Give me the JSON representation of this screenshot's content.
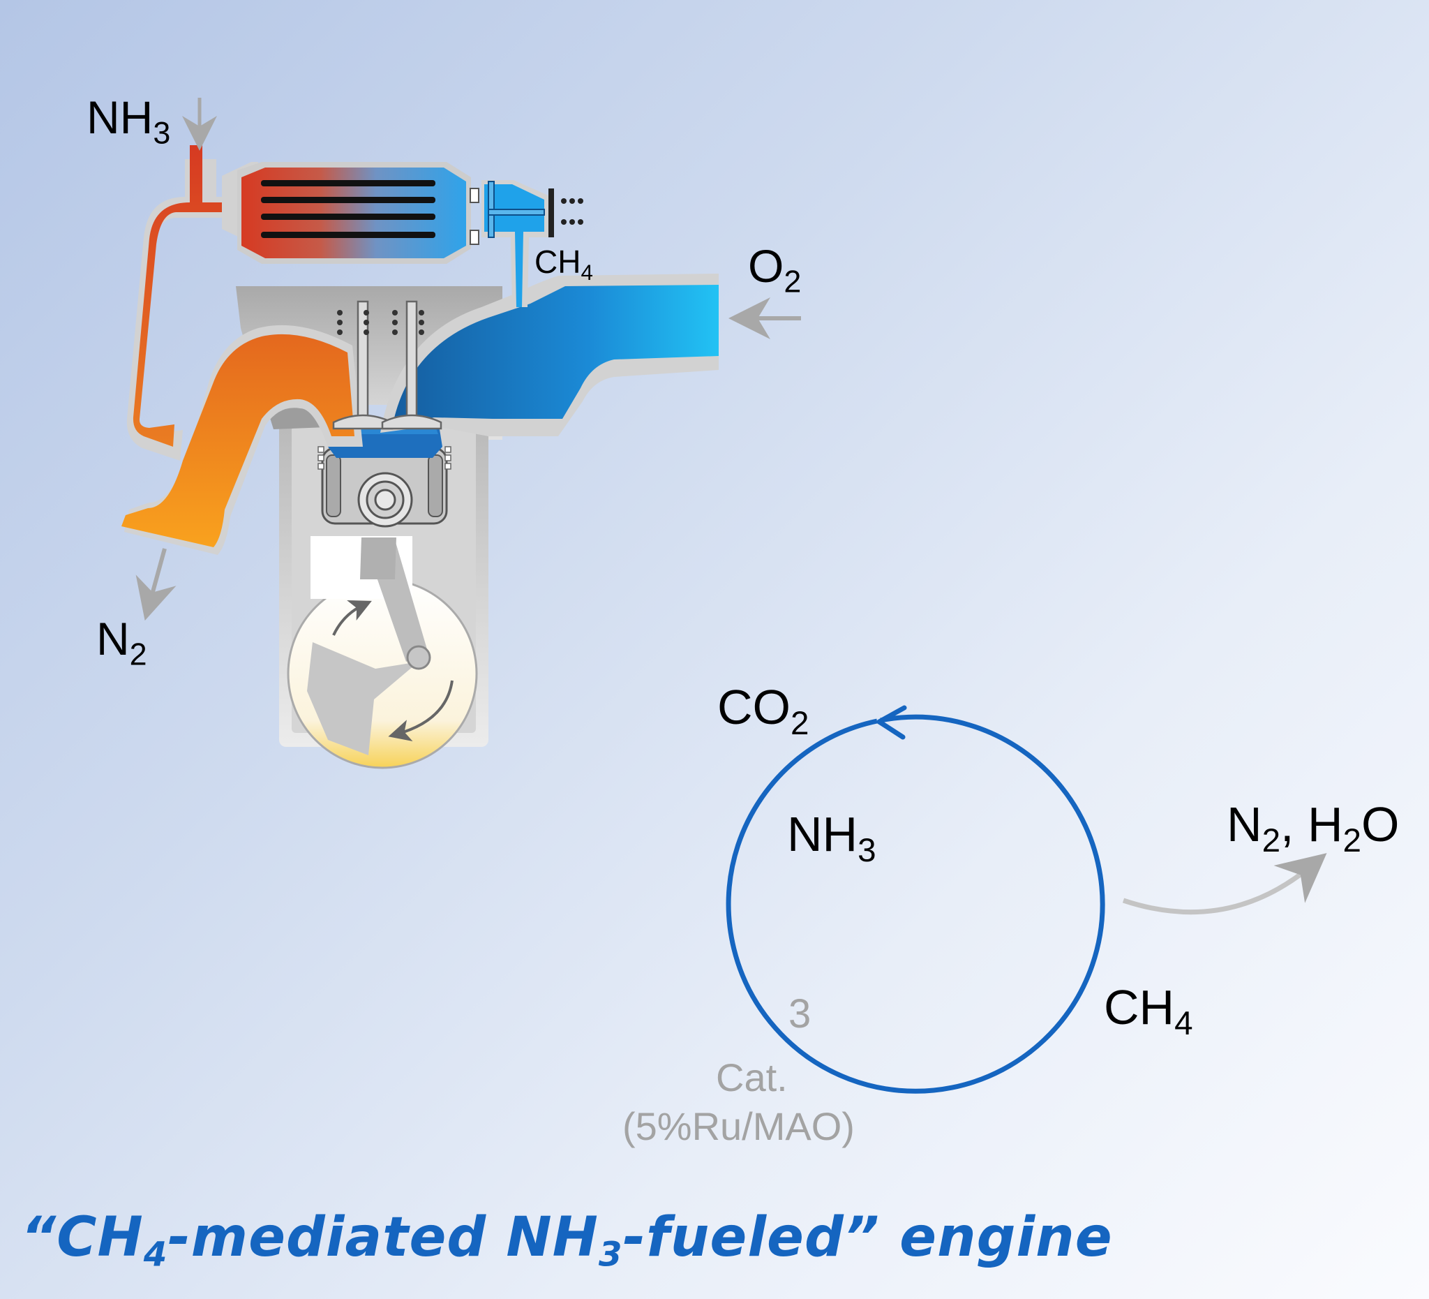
{
  "engine": {
    "labels": {
      "fuel_in": {
        "main": "NH",
        "sub": "3"
      },
      "exhaust_out": {
        "main": "N",
        "sub": "2"
      },
      "oxidant_in": {
        "main": "O",
        "sub": "2"
      },
      "reformer_outlet": {
        "main": "CH",
        "sub": "4"
      }
    }
  },
  "cycle": {
    "top_label": {
      "main": "CO",
      "sub": "2"
    },
    "center_label": {
      "main": "NH",
      "sub": "3"
    },
    "number": "3",
    "catalyst_line1": "Cat.",
    "catalyst_line2": "(5%Ru/MAO)",
    "right_label": {
      "main": "CH",
      "sub": "4"
    },
    "products": {
      "n": "N",
      "n_sub": "2",
      "sep": ", H",
      "h_sub": "2",
      "end": "O"
    }
  },
  "caption": {
    "open": "“CH",
    "sub1": "4",
    "mid": "-mediated NH",
    "sub2": "3",
    "end": "-fueled” engine"
  },
  "colors": {
    "cycle_blue": "#1565c0",
    "arrow_grey": "#a8a8a8",
    "hot_red": "#d63a22",
    "exhaust_orange": "#f39c1f",
    "intake_blue": "#1a7fcf"
  }
}
